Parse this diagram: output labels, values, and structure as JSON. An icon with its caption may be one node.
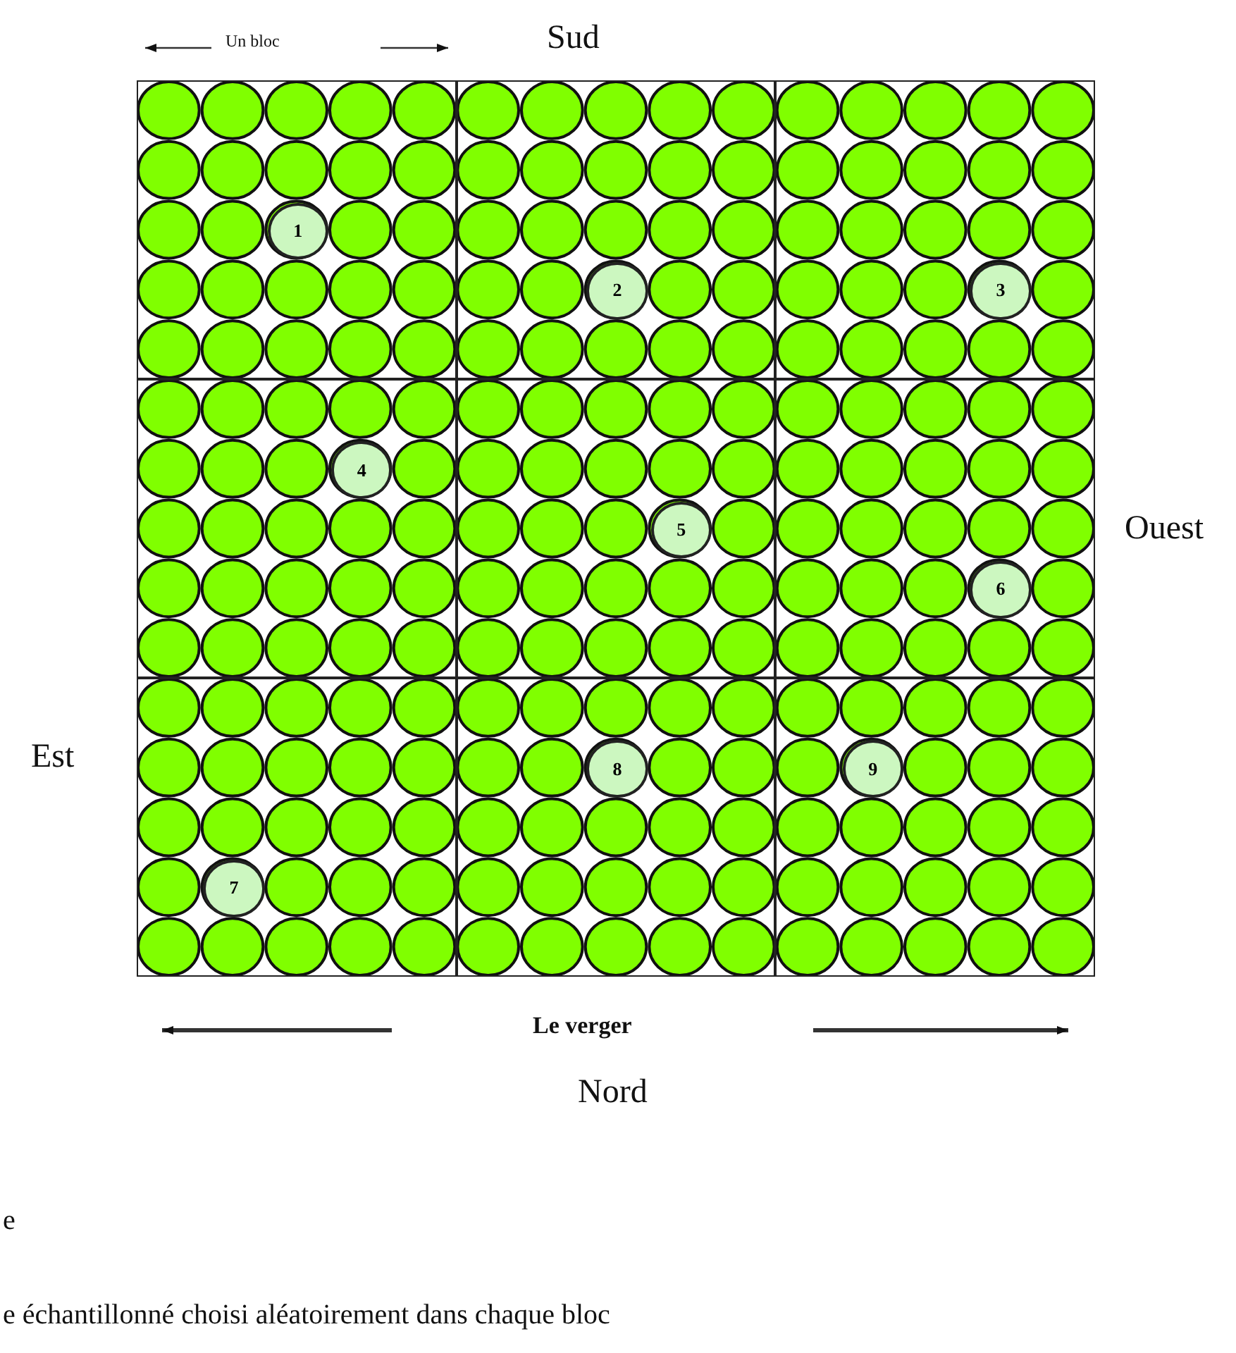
{
  "diagram": {
    "nodes": [
      {
        "text": [],
        "shape": "box"
      },
      {
        "text": [
          "1"
        ],
        "in": 0
      },
      {
        "text": [],
        "shape": "box"
      },
      {
        "text": [
          "2"
        ],
        "in": 2
      },
      {
        "text": [],
        "shape": "box"
      },
      {
        "text": [
          "3"
        ],
        "in": 4
      },
      {
        "text": [],
        "shape": "box"
      },
      {
        "text": [
          "4"
        ],
        "in": 6
      },
      {
        "text": [],
        "shape": "box"
      },
      {
        "text": [
          "5"
        ],
        "in": 8
      },
      {
        "text": [],
        "shape": "box"
      },
      {
        "text": [
          "6"
        ],
        "in": 10
      },
      {
        "text": [],
        "shape": "box"
      },
      {
        "text": [
          "7"
        ],
        "in": 12
      },
      {
        "text": [],
        "shape": "box"
      },
      {
        "text": [
          "8"
        ],
        "in": 14
      },
      {
        "text": [],
        "shape": "box"
      },
      {
        "text": [
          "9"
        ],
        "in": 16
      }
    ],
    "edges": [],
    "labels": [
      "Un bloc",
      "Sud",
      "Ouest",
      "Est",
      "Le verger",
      "Nord",
      "e",
      "e échantillonné choisi aléatoirement dans chaque bloc"
    ]
  }
}
